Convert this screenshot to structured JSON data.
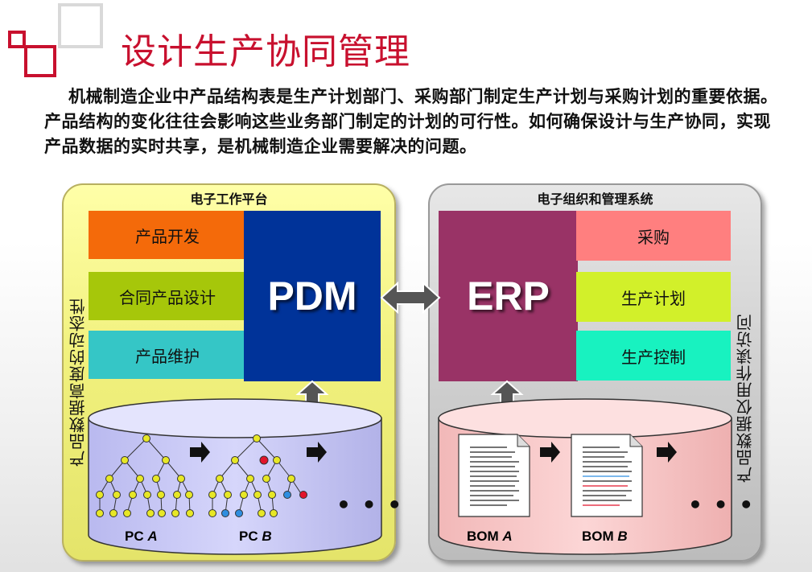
{
  "title": "设计生产协同管理",
  "paragraph": "机械制造企业中产品结构表是生产计划部门、采购部门制定生产计划与采购计划的重要依据。产品结构的变化往往会影响这些业务部门制定的计划的可行性。如何确保设计与生产协同，实现产品数据的实时共享，是机械制造企业需要解决的问题。",
  "left_panel": {
    "title": "电子工作平台",
    "side_label": "产品数据高度的动态性",
    "items": [
      "产品开发",
      "合同产品设计",
      "产品维护"
    ],
    "item_colors": [
      "#f46a0a",
      "#a6c70a",
      "#35c6c6"
    ],
    "core": "PDM",
    "core_color": "#003399",
    "db": {
      "label_a_prefix": "PC",
      "label_a_var": "A",
      "label_b_prefix": "PC",
      "label_b_var": "B",
      "ellipsis": "• • •"
    }
  },
  "right_panel": {
    "title": "电子组织和管理系统",
    "side_label": "产品数据仅用作读访问",
    "items": [
      "采购",
      "生产计划",
      "生产控制"
    ],
    "item_colors": [
      "#ff7f7f",
      "#d2f02a",
      "#18f2c0"
    ],
    "core": "ERP",
    "core_color": "#993366",
    "db": {
      "label_a_prefix": "BOM",
      "label_a_var": "A",
      "label_b_prefix": "BOM",
      "label_b_var": "B",
      "ellipsis": "• • •"
    }
  },
  "colors": {
    "title": "#c8102e",
    "left_panel_bg": "#f1f17e",
    "right_panel_bg": "#cfcfcf",
    "left_db": "#c9c9f7",
    "right_db": "#f7c7c7",
    "tree_node": "#e7e726",
    "changed_red": "#e2142a",
    "changed_blue": "#2f8ee0"
  }
}
